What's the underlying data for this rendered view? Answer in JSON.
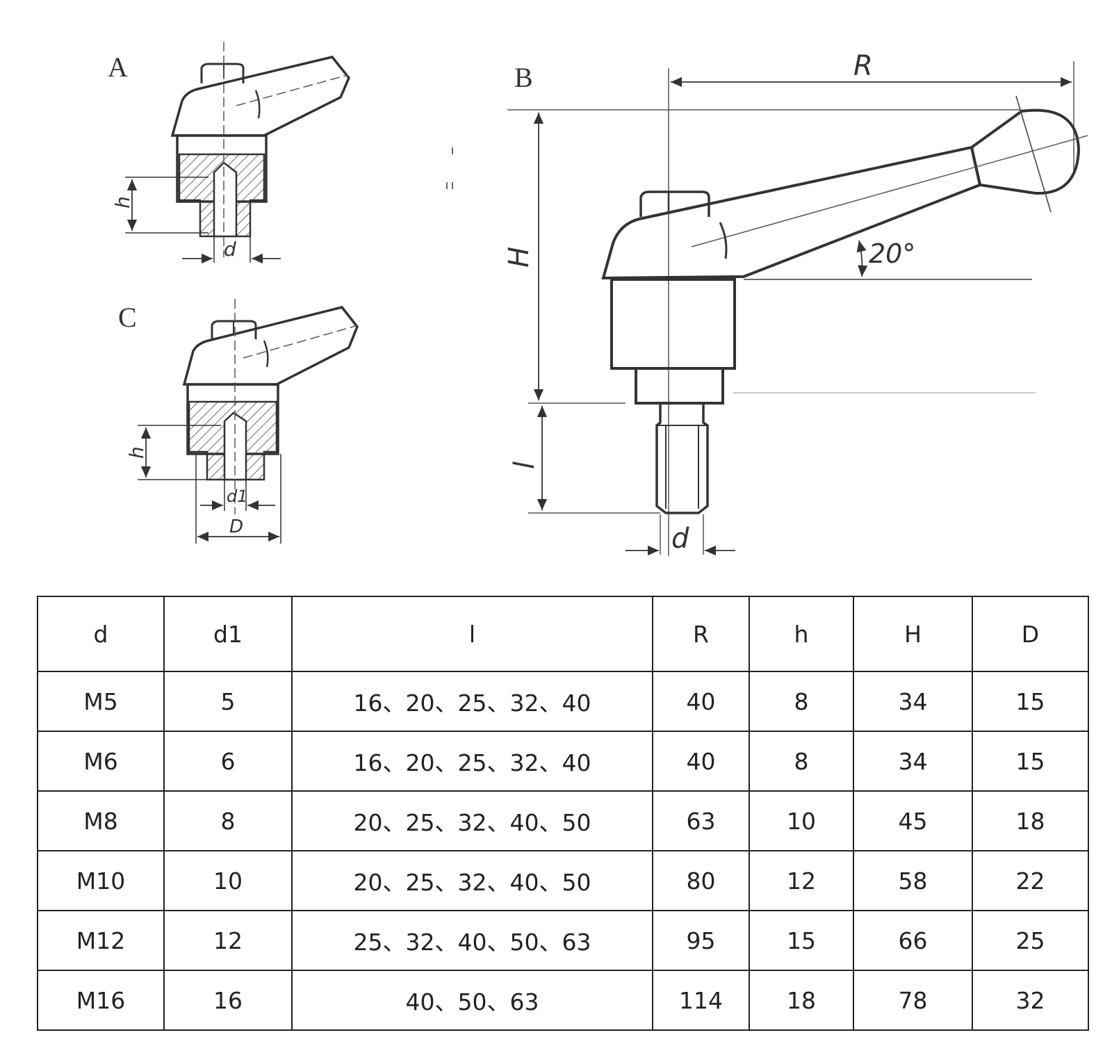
{
  "diagram": {
    "views": {
      "a": "A",
      "b": "B",
      "c": "C"
    },
    "dims": {
      "view_a": {
        "h": "h",
        "d": "d"
      },
      "view_c": {
        "h": "h",
        "d1": "d1",
        "D": "D"
      },
      "view_b": {
        "R": "R",
        "H": "H",
        "l": "l",
        "d": "d",
        "angle": "20°"
      }
    }
  },
  "table": {
    "headers": [
      "d",
      "d1",
      "l",
      "R",
      "h",
      "H",
      "D"
    ],
    "rows": [
      [
        "M5",
        "5",
        "16、20、25、32、40",
        "40",
        "8",
        "34",
        "15"
      ],
      [
        "M6",
        "6",
        "16、20、25、32、40",
        "40",
        "8",
        "34",
        "15"
      ],
      [
        "M8",
        "8",
        "20、25、32、40、50",
        "63",
        "10",
        "45",
        "18"
      ],
      [
        "M10",
        "10",
        "20、25、32、40、50",
        "80",
        "12",
        "58",
        "22"
      ],
      [
        "M12",
        "12",
        "25、32、40、50、63",
        "95",
        "15",
        "66",
        "25"
      ],
      [
        "M16",
        "16",
        "40、50、63",
        "114",
        "18",
        "78",
        "32"
      ]
    ]
  }
}
